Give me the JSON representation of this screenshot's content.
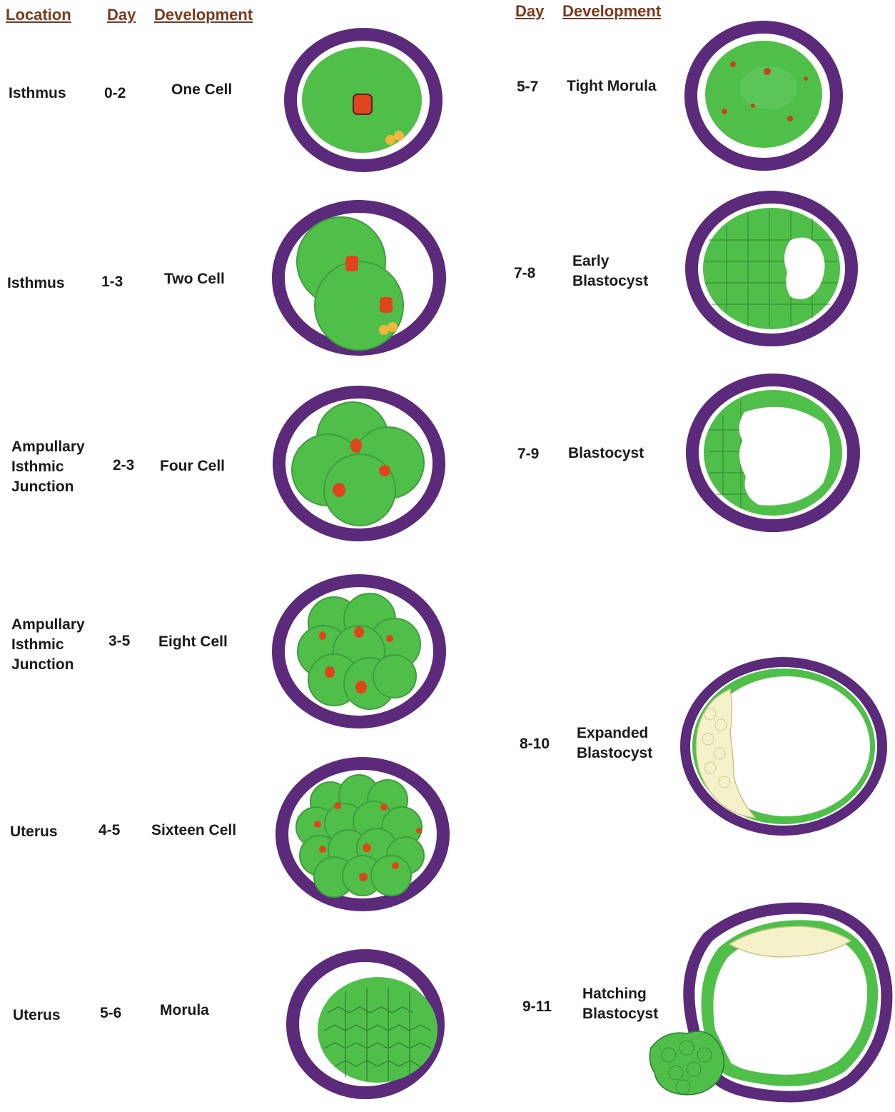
{
  "headers": {
    "left_location": "Location",
    "left_day": "Day",
    "left_development": "Development",
    "right_day": "Day",
    "right_development": "Development"
  },
  "left_stages": [
    {
      "location": [
        "Isthmus"
      ],
      "day": "0-2",
      "development": [
        "One Cell"
      ]
    },
    {
      "location": [
        "Isthmus"
      ],
      "day": "1-3",
      "development": [
        "Two Cell"
      ]
    },
    {
      "location": [
        "Ampullary",
        "Isthmic",
        "Junction"
      ],
      "day": "2-3",
      "development": [
        "Four Cell"
      ]
    },
    {
      "location": [
        "Ampullary",
        "Isthmic",
        "Junction"
      ],
      "day": "3-5",
      "development": [
        "Eight Cell"
      ]
    },
    {
      "location": [
        "Uterus"
      ],
      "day": "4-5",
      "development": [
        "Sixteen Cell"
      ]
    },
    {
      "location": [
        "Uterus"
      ],
      "day": "5-6",
      "development": [
        "Morula"
      ]
    }
  ],
  "right_stages": [
    {
      "day": "5-7",
      "development": [
        "Tight Morula"
      ]
    },
    {
      "day": "7-8",
      "development": [
        "Early",
        "Blastocyst"
      ]
    },
    {
      "day": "7-9",
      "development": [
        "Blastocyst"
      ]
    },
    {
      "day": "8-10",
      "development": [
        "Expanded",
        "Blastocyst"
      ]
    },
    {
      "day": "9-11",
      "development": [
        "Hatching",
        "Blastocyst"
      ]
    }
  ],
  "colors": {
    "zona_pellucida": "#5b2a7a",
    "cell_green": "#4fbf4a",
    "cell_green_dark": "#3f9e3c",
    "nucleus": "#e0441c",
    "polar_body": "#f2b63c",
    "inner_cell_mass": "#f5f1c8",
    "header_text": "#7a3a1c"
  }
}
